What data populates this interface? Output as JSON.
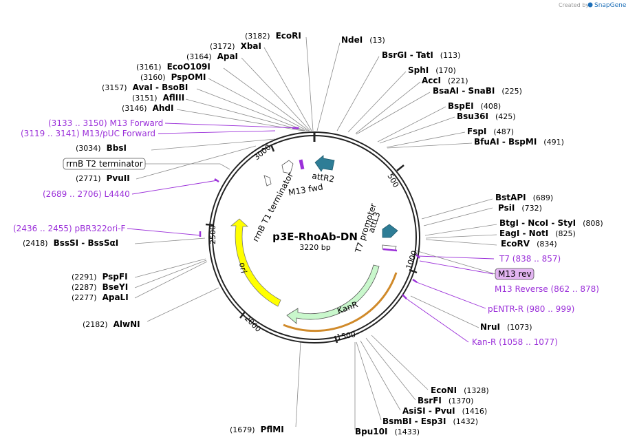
{
  "credit": {
    "prefix": "Created by",
    "brand": "SnapGene"
  },
  "plasmid": {
    "name": "p3E-RhoAb-DN",
    "size": "3220 bp"
  },
  "ticks": [
    "500",
    "1000",
    "1500",
    "2000",
    "2500",
    "3000"
  ],
  "features": {
    "attR2": "attR2",
    "m13fwd": "M13 fwd",
    "rrnb_t1": "rrnB T1 terminator",
    "ori": "ori",
    "kanr": "KanR",
    "t7": "T7 promoter",
    "attl3": "attL3"
  },
  "boxed": {
    "rrnb_t2": "rrnB T2 terminator",
    "m13rev": "M13 rev"
  },
  "sites": [
    {
      "name": "EcoRI",
      "pos": "(3182)"
    },
    {
      "name": "XbaI",
      "pos": "(3172)"
    },
    {
      "name": "ApaI",
      "pos": "(3164)"
    },
    {
      "name": "EcoO109I",
      "pos": "(3161)"
    },
    {
      "name": "PspOMI",
      "pos": "(3160)"
    },
    {
      "name": "AvaI - BsoBI",
      "pos": "(3157)"
    },
    {
      "name": "AflIII",
      "pos": "(3151)"
    },
    {
      "name": "AhdI",
      "pos": "(3146)"
    },
    {
      "name": "BbsI",
      "pos": "(3034)"
    },
    {
      "name": "PvuII",
      "pos": "(2771)"
    },
    {
      "name": "BssSI - BssSαI",
      "pos": "(2418)"
    },
    {
      "name": "PspFI",
      "pos": "(2291)"
    },
    {
      "name": "BseYI",
      "pos": "(2287)"
    },
    {
      "name": "ApaLI",
      "pos": "(2277)"
    },
    {
      "name": "AlwNI",
      "pos": "(2182)"
    },
    {
      "name": "NdeI",
      "pos": "(13)"
    },
    {
      "name": "BsrGI - TatI",
      "pos": "(113)"
    },
    {
      "name": "SphI",
      "pos": "(170)"
    },
    {
      "name": "AccI",
      "pos": "(221)"
    },
    {
      "name": "BsaAI - SnaBI",
      "pos": "(225)"
    },
    {
      "name": "BspEI",
      "pos": "(408)"
    },
    {
      "name": "Bsu36I",
      "pos": "(425)"
    },
    {
      "name": "FspI",
      "pos": "(487)"
    },
    {
      "name": "BfuAI - BspMI",
      "pos": "(491)"
    },
    {
      "name": "BstAPI",
      "pos": "(689)"
    },
    {
      "name": "PsiI",
      "pos": "(732)"
    },
    {
      "name": "BtgI - NcoI - StyI",
      "pos": "(808)"
    },
    {
      "name": "EagI - NotI",
      "pos": "(825)"
    },
    {
      "name": "EcoRV",
      "pos": "(834)"
    },
    {
      "name": "NruI",
      "pos": "(1073)"
    },
    {
      "name": "EcoNI",
      "pos": "(1328)"
    },
    {
      "name": "BsrFI",
      "pos": "(1370)"
    },
    {
      "name": "AsiSI - PvuI",
      "pos": "(1416)"
    },
    {
      "name": "BsmBI - Esp3I",
      "pos": "(1432)"
    },
    {
      "name": "Bpu10I",
      "pos": "(1433)"
    },
    {
      "name": "PflMI",
      "pos": "(1679)"
    }
  ],
  "primers": [
    {
      "text": "(3133 .. 3150)  M13 Forward"
    },
    {
      "text": "(3119 .. 3141)  M13/pUC Forward"
    },
    {
      "text": "(2689 .. 2706)  L4440"
    },
    {
      "text": "(2436 .. 2455)  pBR322ori-F"
    },
    {
      "text": "T7   (838 .. 857)"
    },
    {
      "text": "M13 Reverse   (862 .. 878)"
    },
    {
      "text": "pENTR-R   (980 .. 999)"
    },
    {
      "text": "Kan-R   (1058 .. 1077)"
    }
  ]
}
